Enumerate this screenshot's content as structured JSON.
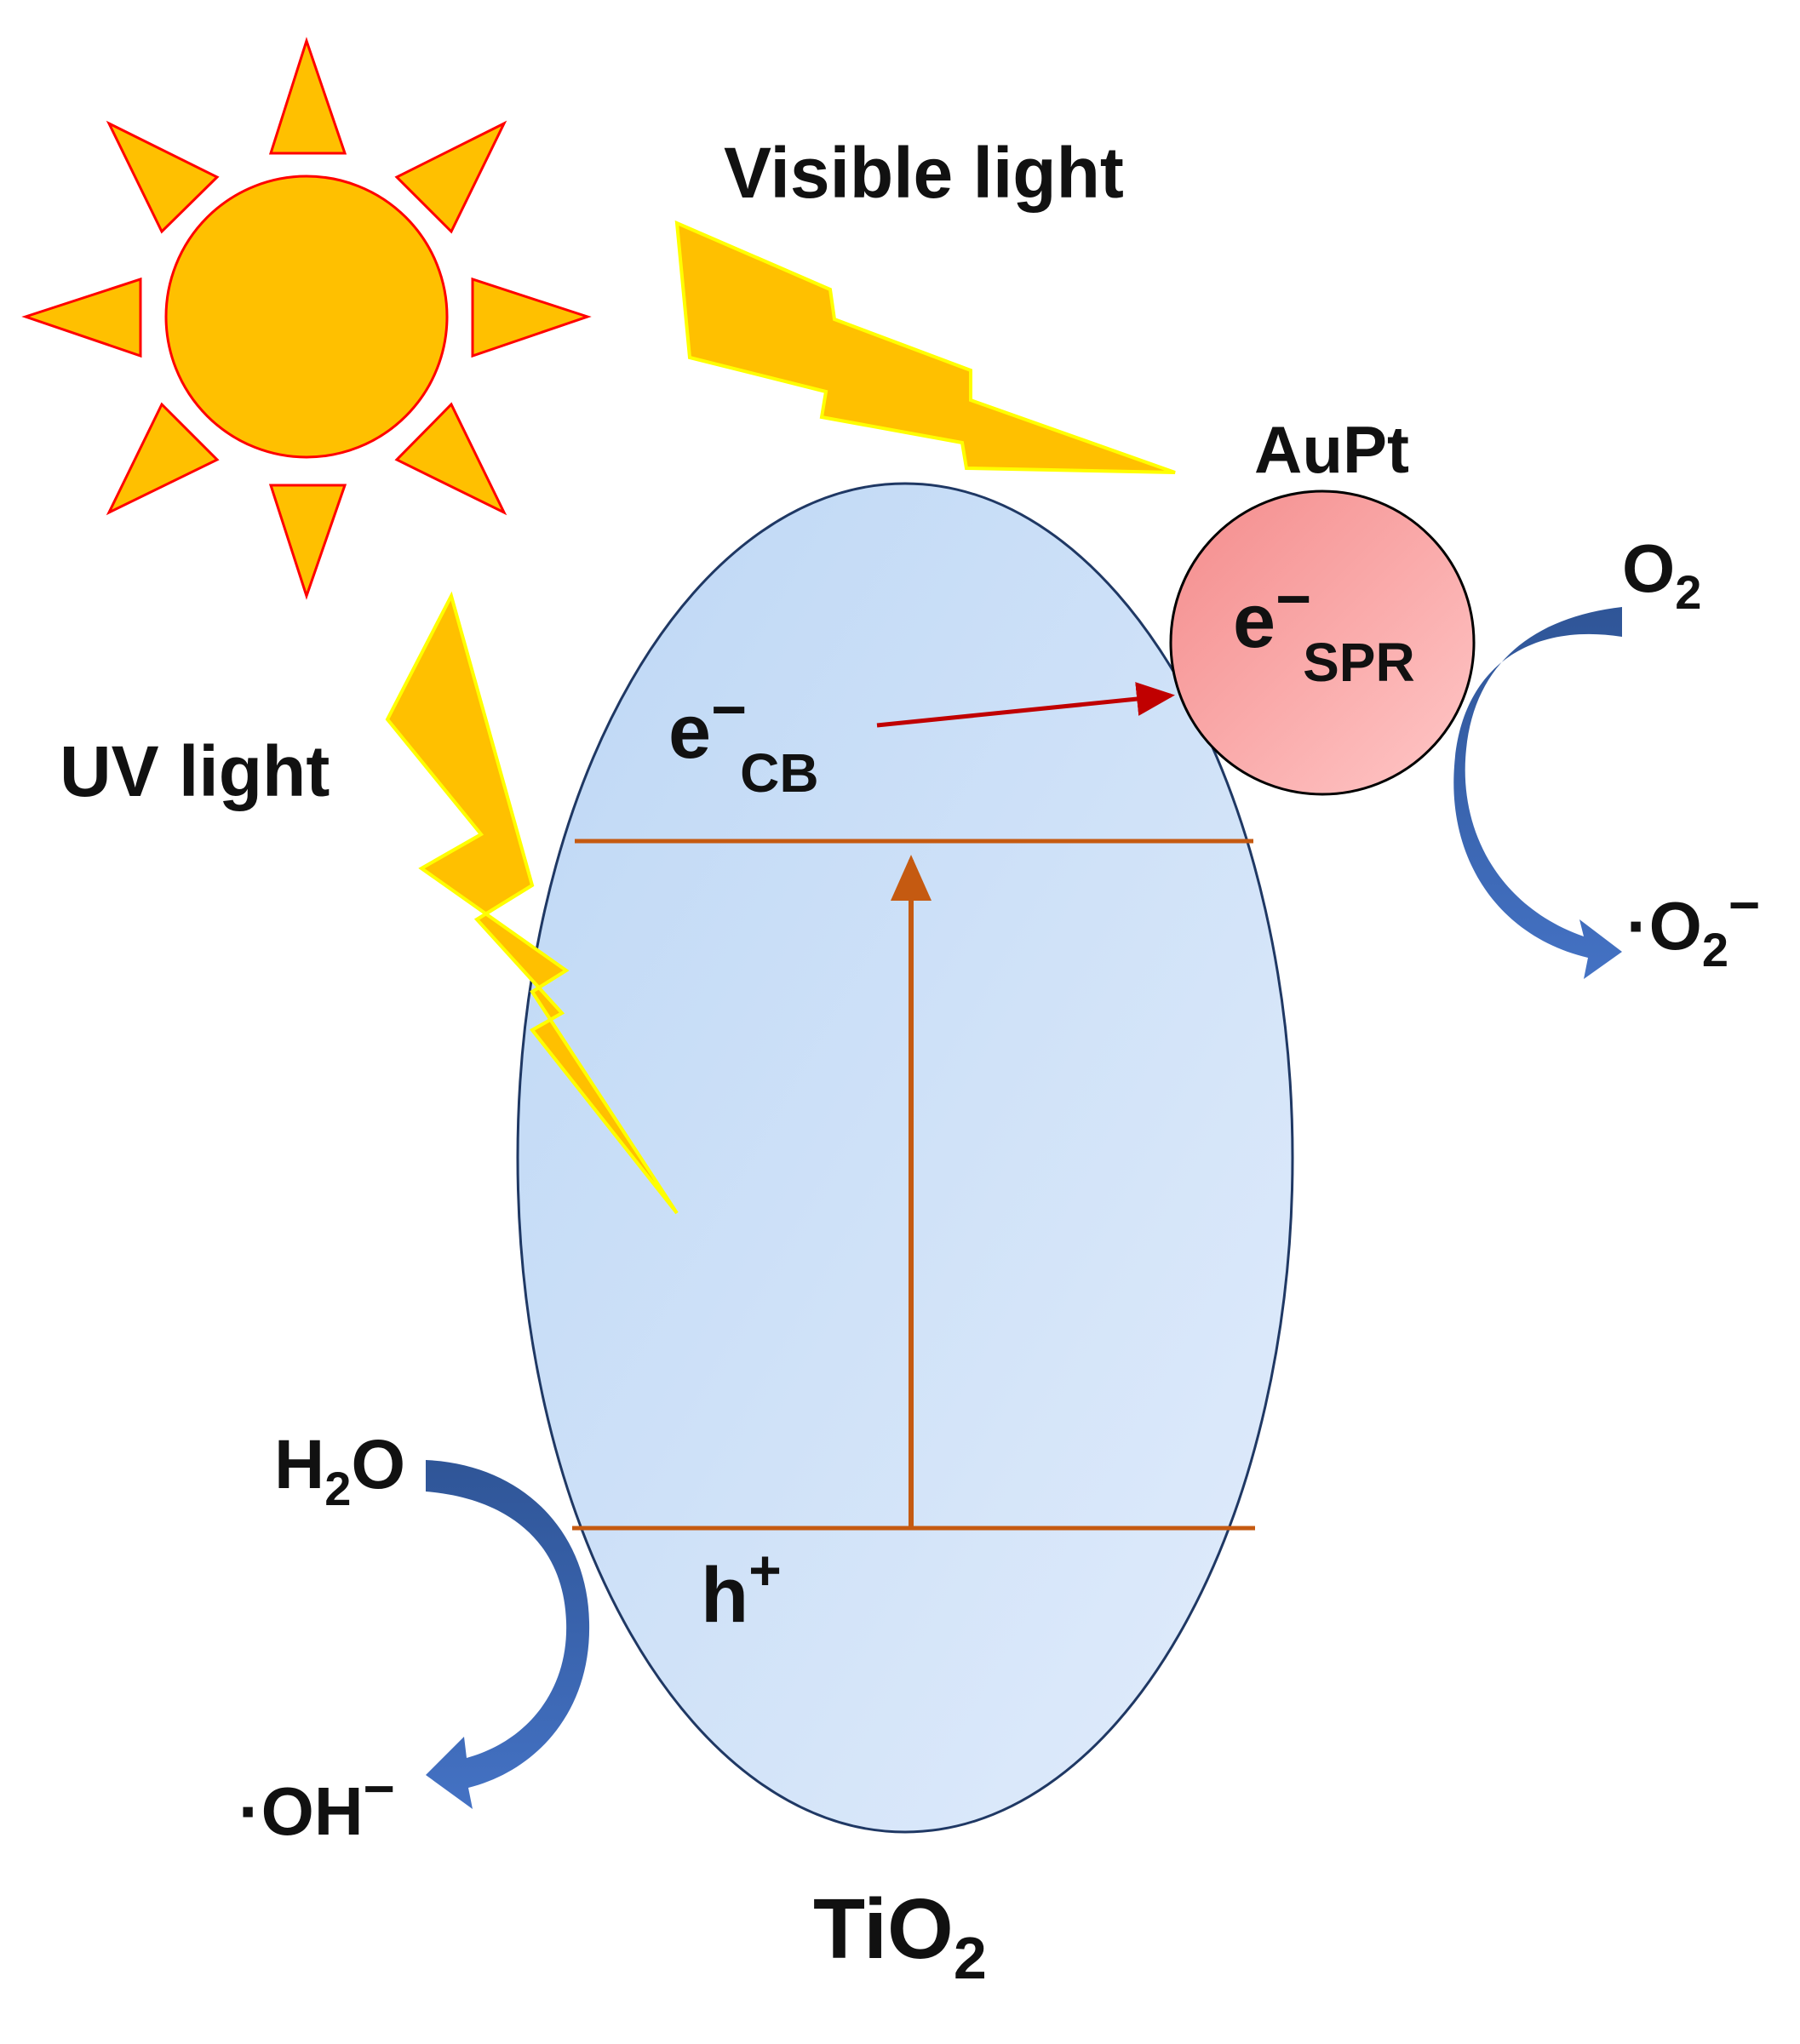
{
  "labels": {
    "visible_light": "Visible light",
    "uv_light": "UV light",
    "aupt": "AuPt",
    "e_cb_base": "e",
    "e_cb_sup": "−",
    "e_cb_sub": "CB",
    "e_spr_base": "e",
    "e_spr_sup": "−",
    "e_spr_sub": "SPR",
    "h_plus_base": "h",
    "h_plus_sup": "+",
    "o2_base": "O",
    "o2_sub": "2",
    "superoxide_prefix": "·O",
    "superoxide_sub": "2",
    "superoxide_sup": "−",
    "h2o_h": "H",
    "h2o_sub": "2",
    "h2o_o": "O",
    "hydroxyl": "·OH",
    "hydroxyl_sup": "−",
    "tio2_base": "TiO",
    "tio2_sub": "2"
  },
  "colors": {
    "sun_fill": "#FFC000",
    "sun_outline": "#FF0000",
    "bolt_fill": "#FFC000",
    "bolt_outline": "#FFFF00",
    "tio2_fill_top": "#BDD7F5",
    "tio2_fill_bottom": "#E1ECFB",
    "tio2_outline": "#1F3864",
    "band_line": "#C55A11",
    "transfer_arrow": "#C00000",
    "aupt_fill_start": "#F48C8C",
    "aupt_fill_end": "#FFC7C7",
    "curved_arrow_dark": "#2F5597",
    "curved_arrow_light": "#4472C4"
  }
}
